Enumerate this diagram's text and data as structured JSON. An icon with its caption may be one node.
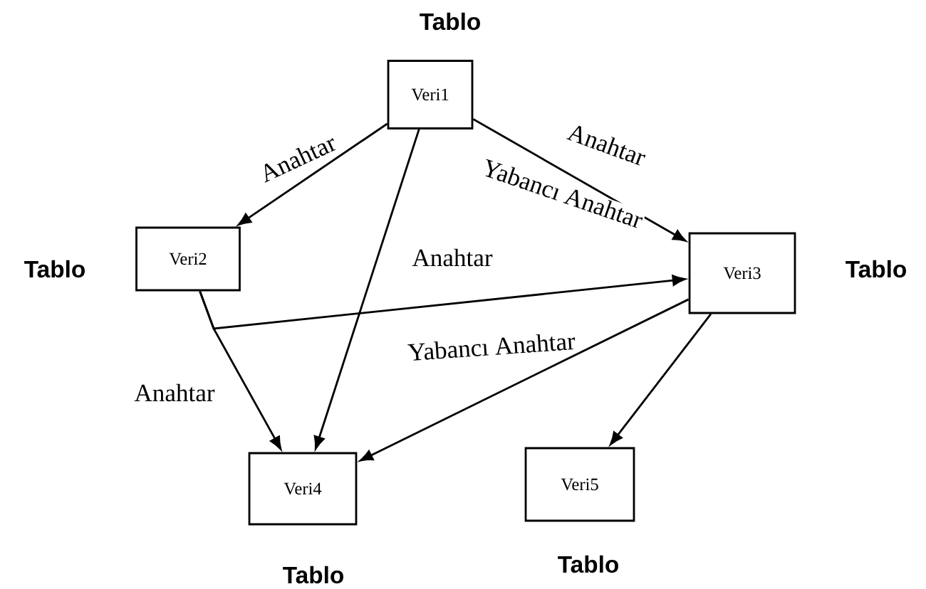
{
  "diagram": {
    "nodes": [
      {
        "text": [
          "Veri1"
        ],
        "beside": [
          "Tablo"
        ]
      },
      {
        "text": [
          "Veri2"
        ],
        "beside": [
          "Tablo"
        ]
      },
      {
        "text": [
          "Veri3"
        ],
        "beside": [
          "Tablo"
        ]
      },
      {
        "text": [
          "Veri4"
        ],
        "beside": [
          "Tablo"
        ]
      },
      {
        "text": [
          "Veri5"
        ],
        "beside": [
          "Tablo"
        ]
      }
    ],
    "edges": [
      {
        "from": 0,
        "to": 1,
        "arrow": "to",
        "label": "Anahtar"
      },
      {
        "from": 0,
        "to": 2,
        "arrow": "to",
        "label": "Anahtar"
      },
      {
        "from": 0,
        "to": 3,
        "arrow": "to"
      },
      {
        "from": 1,
        "to": 2,
        "arrow": "to",
        "label": "Anahtar"
      },
      {
        "from": 1,
        "to": 3,
        "arrow": "to",
        "label": "Anahtar"
      },
      {
        "from": 2,
        "to": 3,
        "arrow": "to"
      },
      {
        "from": 2,
        "to": 4,
        "arrow": "to"
      }
    ],
    "labels": [
      "Yabancı Anahtar",
      "Yabancı Anahtar"
    ]
  }
}
